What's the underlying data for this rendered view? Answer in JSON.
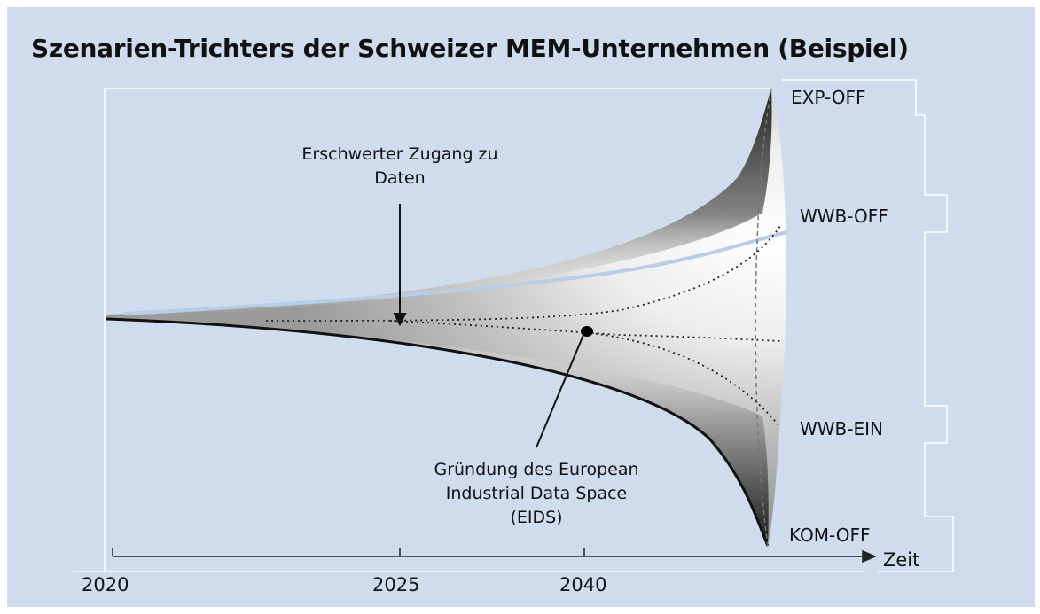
{
  "title": "Szenarien-Trichters der Schweizer MEM-Unternehmen (Beispiel)",
  "scenarios": {
    "exp_off": "EXP-OFF",
    "wwb_off": "WWB-OFF",
    "wwb_ein": "WWB-EIN",
    "kom_off": "KOM-OFF"
  },
  "annotations": {
    "erschwert_line1": "Erschwerter Zugang zu",
    "erschwert_line2": "Daten",
    "eids_line1": "Gründung des European",
    "eids_line2": "Industrial Data Space",
    "eids_line3": "(EIDS)"
  },
  "axis": {
    "label": "Zeit",
    "ticks": [
      "2020",
      "2025",
      "2040"
    ]
  },
  "colors": {
    "background": "#cfdcee",
    "funnel_dark": "#111111",
    "highlight": "#b8cde6"
  }
}
